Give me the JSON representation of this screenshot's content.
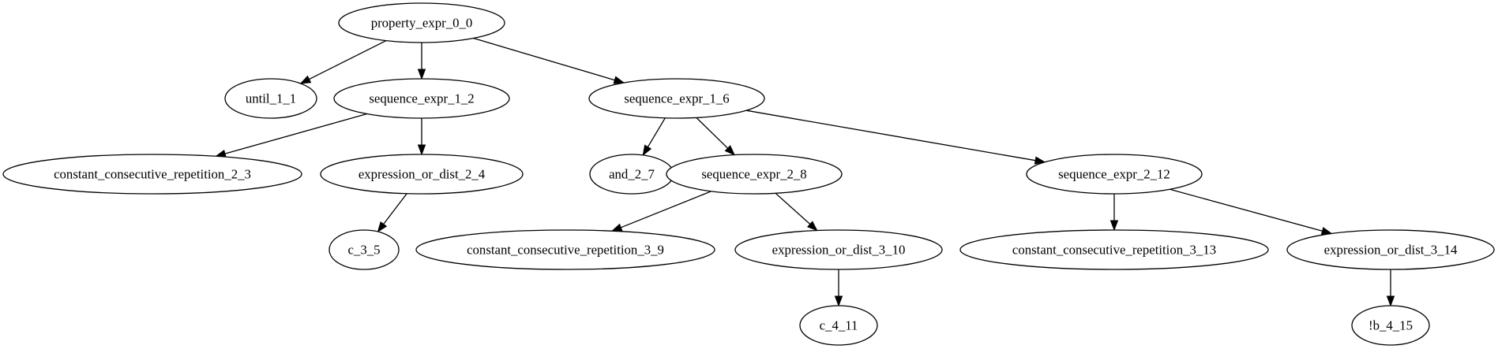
{
  "graph": {
    "nodes": [
      {
        "id": "property_expr_0_0",
        "label": "property_expr_0_0"
      },
      {
        "id": "until_1_1",
        "label": "until_1_1"
      },
      {
        "id": "sequence_expr_1_2",
        "label": "sequence_expr_1_2"
      },
      {
        "id": "sequence_expr_1_6",
        "label": "sequence_expr_1_6"
      },
      {
        "id": "constant_consecutive_repetition_2_3",
        "label": "constant_consecutive_repetition_2_3"
      },
      {
        "id": "expression_or_dist_2_4",
        "label": "expression_or_dist_2_4"
      },
      {
        "id": "and_2_7",
        "label": "and_2_7"
      },
      {
        "id": "sequence_expr_2_8",
        "label": "sequence_expr_2_8"
      },
      {
        "id": "sequence_expr_2_12",
        "label": "sequence_expr_2_12"
      },
      {
        "id": "c_3_5",
        "label": "c_3_5"
      },
      {
        "id": "constant_consecutive_repetition_3_9",
        "label": "constant_consecutive_repetition_3_9"
      },
      {
        "id": "expression_or_dist_3_10",
        "label": "expression_or_dist_3_10"
      },
      {
        "id": "constant_consecutive_repetition_3_13",
        "label": "constant_consecutive_repetition_3_13"
      },
      {
        "id": "expression_or_dist_3_14",
        "label": "expression_or_dist_3_14"
      },
      {
        "id": "c_4_11",
        "label": "c_4_11"
      },
      {
        "id": "!b_4_15",
        "label": "!b_4_15"
      }
    ],
    "edges": [
      {
        "from": "property_expr_0_0",
        "to": "until_1_1"
      },
      {
        "from": "property_expr_0_0",
        "to": "sequence_expr_1_2"
      },
      {
        "from": "property_expr_0_0",
        "to": "sequence_expr_1_6"
      },
      {
        "from": "sequence_expr_1_2",
        "to": "constant_consecutive_repetition_2_3"
      },
      {
        "from": "sequence_expr_1_2",
        "to": "expression_or_dist_2_4"
      },
      {
        "from": "expression_or_dist_2_4",
        "to": "c_3_5"
      },
      {
        "from": "sequence_expr_1_6",
        "to": "and_2_7"
      },
      {
        "from": "sequence_expr_1_6",
        "to": "sequence_expr_2_8"
      },
      {
        "from": "sequence_expr_1_6",
        "to": "sequence_expr_2_12"
      },
      {
        "from": "sequence_expr_2_8",
        "to": "constant_consecutive_repetition_3_9"
      },
      {
        "from": "sequence_expr_2_8",
        "to": "expression_or_dist_3_10"
      },
      {
        "from": "expression_or_dist_3_10",
        "to": "c_4_11"
      },
      {
        "from": "sequence_expr_2_12",
        "to": "constant_consecutive_repetition_3_13"
      },
      {
        "from": "sequence_expr_2_12",
        "to": "expression_or_dist_3_14"
      },
      {
        "from": "expression_or_dist_3_14",
        "to": "!b_4_15"
      }
    ]
  }
}
